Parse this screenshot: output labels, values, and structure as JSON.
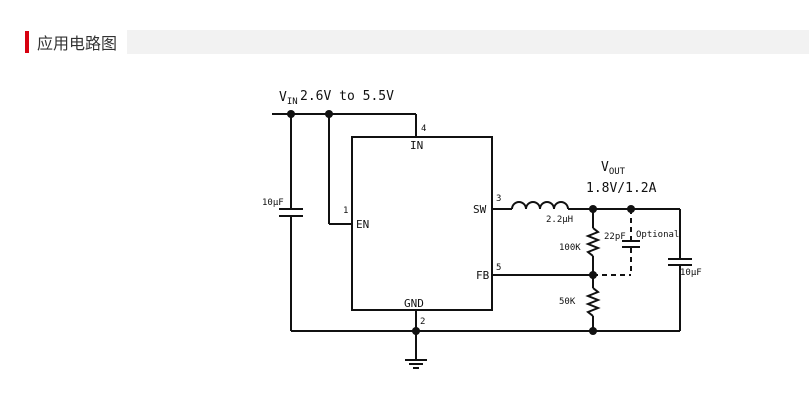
{
  "section": {
    "title": "应用电路图",
    "accent_color": "#d7000f"
  },
  "schematic": {
    "vin_label": "V",
    "vin_sub": "IN",
    "vin_range": "2.6V to 5.5V",
    "vout_label": "V",
    "vout_sub": "OUT",
    "vout_spec": "1.8V/1.2A",
    "pins": {
      "in": "IN",
      "in_num": "4",
      "en": "EN",
      "en_num": "1",
      "sw": "SW",
      "sw_num": "3",
      "fb": "FB",
      "fb_num": "5",
      "gnd": "GND",
      "gnd_num": "2"
    },
    "components": {
      "input_cap": "10μF",
      "inductor": "2.2μH",
      "r_top": "100K",
      "r_bottom": "50K",
      "feedforward_cap": "22pF",
      "optional_label": "Optional",
      "output_cap": "10μF"
    }
  }
}
